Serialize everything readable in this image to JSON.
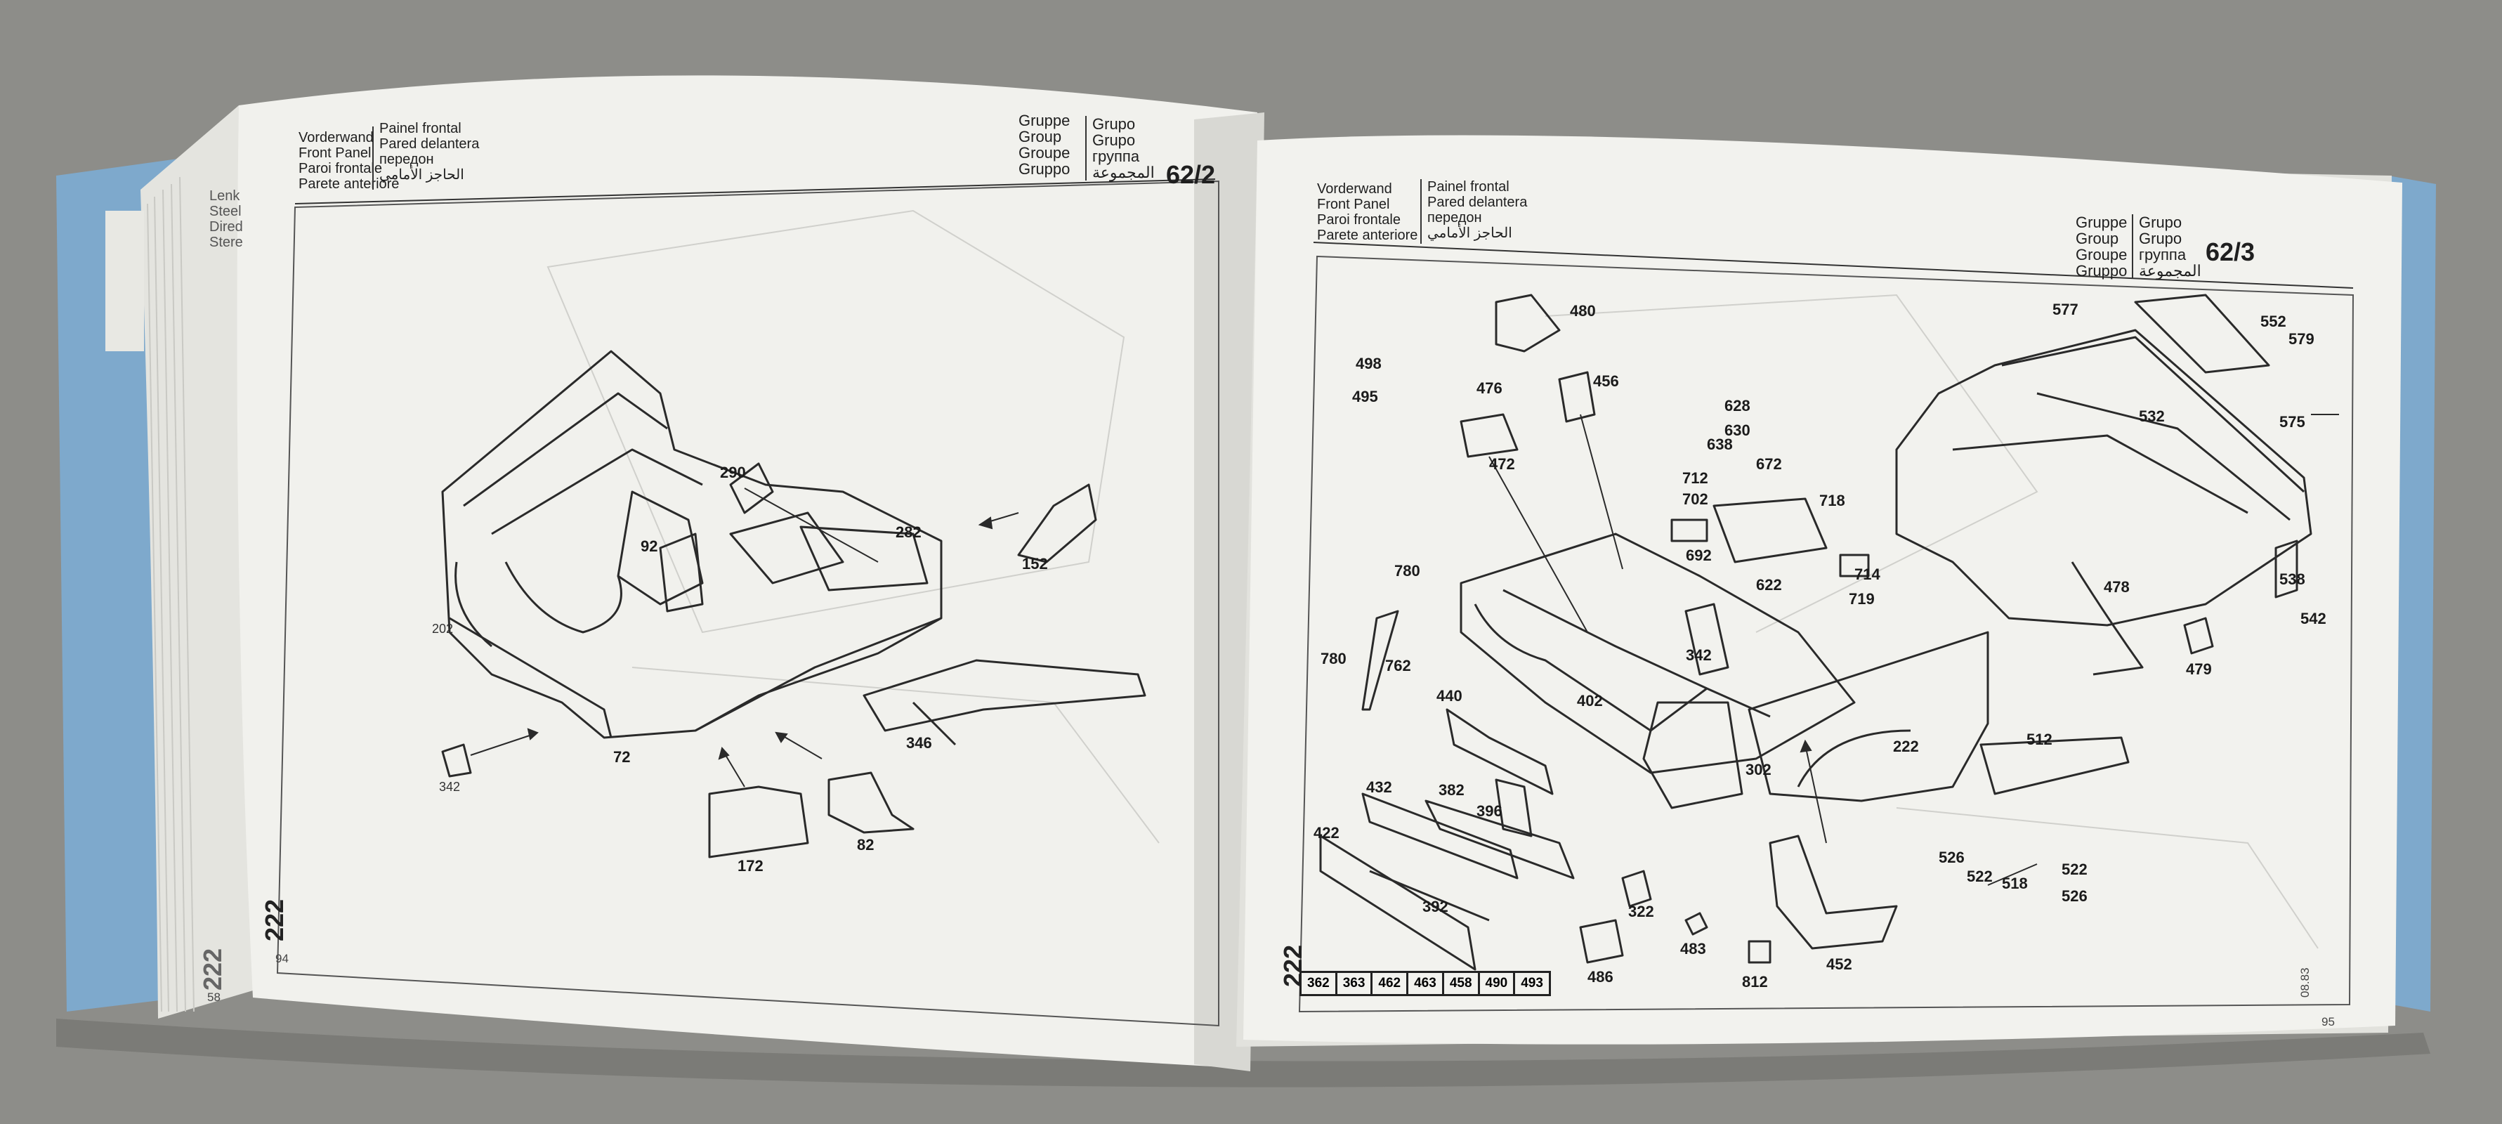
{
  "left_page": {
    "header_titles": [
      "Vorderwand",
      "Front Panel",
      "Paroi frontale",
      "Parete anteriore"
    ],
    "header_translations": [
      "Painel frontal",
      "Pared delantera",
      "передон",
      "الحاجز الأمامي"
    ],
    "group_labels": [
      "Gruppe",
      "Group",
      "Groupe",
      "Gruppo"
    ],
    "group_translations": [
      "Grupo",
      "Grupo",
      "группа",
      "المجموعة"
    ],
    "group_number": "62/2",
    "behind_page_titles": [
      "Lenk",
      "Steel",
      "Dired",
      "Stere"
    ],
    "spine_number": "222",
    "spine_number_back": "222",
    "page_number": "94",
    "page_number_back": "58",
    "part_labels": [
      {
        "text": "290"
      },
      {
        "text": "282"
      },
      {
        "text": "152"
      },
      {
        "text": "92"
      },
      {
        "text": "202"
      },
      {
        "text": "72"
      },
      {
        "text": "342"
      },
      {
        "text": "346"
      },
      {
        "text": "172"
      },
      {
        "text": "82"
      }
    ]
  },
  "right_page": {
    "header_titles": [
      "Vorderwand",
      "Front Panel",
      "Paroi frontale",
      "Parete anteriore"
    ],
    "header_translations": [
      "Painel frontal",
      "Pared delantera",
      "передон",
      "الحاجز الأمامي"
    ],
    "group_labels": [
      "Gruppe",
      "Group",
      "Groupe",
      "Gruppo"
    ],
    "group_translations": [
      "Grupo",
      "Grupo",
      "группа",
      "المجموعة"
    ],
    "group_number": "62/3",
    "spine_number": "222",
    "page_number": "95",
    "date_code": "08.83",
    "index_tabs": [
      "362",
      "363",
      "462",
      "463",
      "458",
      "490",
      "493"
    ],
    "part_labels": [
      {
        "text": "480"
      },
      {
        "text": "498"
      },
      {
        "text": "495"
      },
      {
        "text": "476"
      },
      {
        "text": "472"
      },
      {
        "text": "456"
      },
      {
        "text": "628"
      },
      {
        "text": "630"
      },
      {
        "text": "638"
      },
      {
        "text": "672"
      },
      {
        "text": "712"
      },
      {
        "text": "702"
      },
      {
        "text": "692"
      },
      {
        "text": "718"
      },
      {
        "text": "714"
      },
      {
        "text": "719"
      },
      {
        "text": "622"
      },
      {
        "text": "780"
      },
      {
        "text": "780"
      },
      {
        "text": "762"
      },
      {
        "text": "342"
      },
      {
        "text": "440"
      },
      {
        "text": "402"
      },
      {
        "text": "302"
      },
      {
        "text": "222"
      },
      {
        "text": "432"
      },
      {
        "text": "382"
      },
      {
        "text": "396"
      },
      {
        "text": "422"
      },
      {
        "text": "392"
      },
      {
        "text": "322"
      },
      {
        "text": "486"
      },
      {
        "text": "483"
      },
      {
        "text": "812"
      },
      {
        "text": "452"
      },
      {
        "text": "526"
      },
      {
        "text": "522"
      },
      {
        "text": "518"
      },
      {
        "text": "522"
      },
      {
        "text": "526"
      },
      {
        "text": "512"
      },
      {
        "text": "577"
      },
      {
        "text": "552"
      },
      {
        "text": "579"
      },
      {
        "text": "532"
      },
      {
        "text": "575"
      },
      {
        "text": "478"
      },
      {
        "text": "538"
      },
      {
        "text": "542"
      },
      {
        "text": "479"
      }
    ]
  },
  "colors": {
    "background": "#8d8d89",
    "paper": "#f1f1ed",
    "cover_blue": "#7ea9cc",
    "ink": "#1f1f1f"
  }
}
